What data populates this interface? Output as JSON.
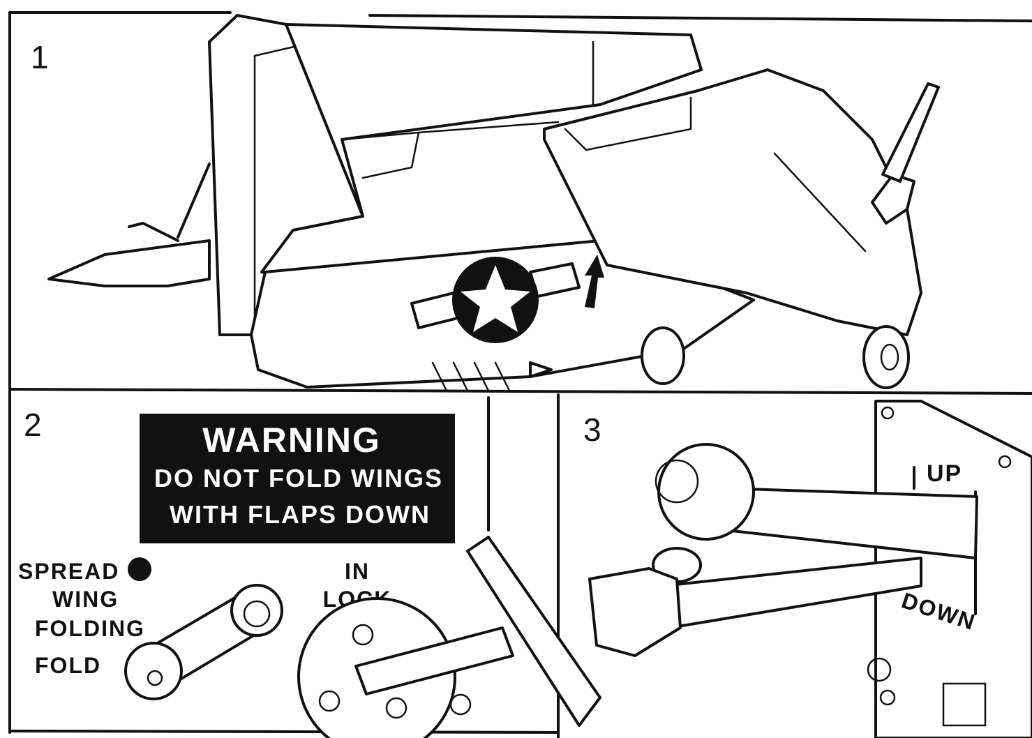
{
  "panels": [
    {
      "number": "1"
    },
    {
      "number": "2"
    },
    {
      "number": "3"
    }
  ],
  "placard": {
    "line1": "WARNING",
    "line2": "DO NOT FOLD WINGS",
    "line3": "WITH FLAPS DOWN",
    "background": "#111111",
    "text_color": "#ffffff"
  },
  "wing_fold_control": {
    "spread_label": "SPREAD",
    "wing_label": "WING",
    "folding_label": "FOLDING",
    "fold_label": "FOLD"
  },
  "lock_handle": {
    "in_label": "IN",
    "lock_label": "LOCK"
  },
  "flap_lever": {
    "up_label": "UP",
    "down_label": "DOWN"
  },
  "icons": [
    "national-insignia-star-icon",
    "fold-direction-arrow-icon"
  ]
}
